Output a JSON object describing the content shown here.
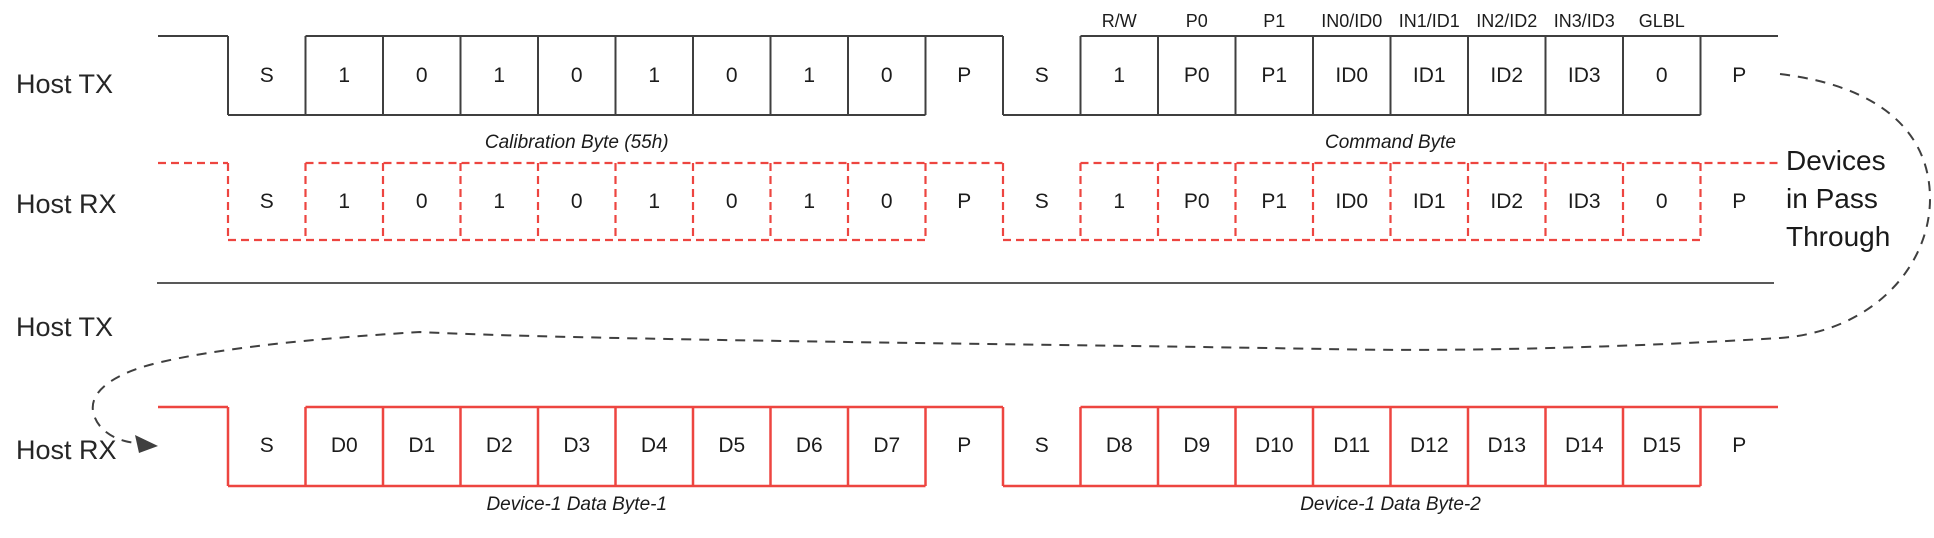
{
  "rows": [
    {
      "label": "Host TX",
      "line_style": "black-solid",
      "cells": [
        {
          "t": "S",
          "v": "S"
        },
        {
          "t": "B",
          "v": "1"
        },
        {
          "t": "B",
          "v": "0"
        },
        {
          "t": "B",
          "v": "1"
        },
        {
          "t": "B",
          "v": "0"
        },
        {
          "t": "B",
          "v": "1"
        },
        {
          "t": "B",
          "v": "0"
        },
        {
          "t": "B",
          "v": "1"
        },
        {
          "t": "B",
          "v": "0"
        },
        {
          "t": "P",
          "v": "P"
        },
        {
          "t": "S",
          "v": "S"
        },
        {
          "t": "B",
          "v": "1"
        },
        {
          "t": "B",
          "v": "P0"
        },
        {
          "t": "B",
          "v": "P1"
        },
        {
          "t": "B",
          "v": "ID0"
        },
        {
          "t": "B",
          "v": "ID1"
        },
        {
          "t": "B",
          "v": "ID2"
        },
        {
          "t": "B",
          "v": "ID3"
        },
        {
          "t": "B",
          "v": "0"
        },
        {
          "t": "P",
          "v": "P"
        }
      ],
      "top_labels": [
        "R/W",
        "P0",
        "P1",
        "IN0/ID0",
        "IN1/ID1",
        "IN2/ID2",
        "IN3/ID3",
        "GLBL"
      ],
      "captions": [
        "Calibration Byte (55h)",
        "Command Byte"
      ]
    },
    {
      "label": "Host RX",
      "line_style": "red-dashed",
      "cells": [
        {
          "t": "S",
          "v": "S"
        },
        {
          "t": "B",
          "v": "1"
        },
        {
          "t": "B",
          "v": "0"
        },
        {
          "t": "B",
          "v": "1"
        },
        {
          "t": "B",
          "v": "0"
        },
        {
          "t": "B",
          "v": "1"
        },
        {
          "t": "B",
          "v": "0"
        },
        {
          "t": "B",
          "v": "1"
        },
        {
          "t": "B",
          "v": "0"
        },
        {
          "t": "P",
          "v": "P"
        },
        {
          "t": "S",
          "v": "S"
        },
        {
          "t": "B",
          "v": "1"
        },
        {
          "t": "B",
          "v": "P0"
        },
        {
          "t": "B",
          "v": "P1"
        },
        {
          "t": "B",
          "v": "ID0"
        },
        {
          "t": "B",
          "v": "ID1"
        },
        {
          "t": "B",
          "v": "ID2"
        },
        {
          "t": "B",
          "v": "ID3"
        },
        {
          "t": "B",
          "v": "0"
        },
        {
          "t": "P",
          "v": "P"
        }
      ]
    },
    {
      "label": "Host TX",
      "line_style": "none"
    },
    {
      "label": "Host RX",
      "line_style": "red-solid",
      "cells": [
        {
          "t": "S",
          "v": "S"
        },
        {
          "t": "B",
          "v": "D0"
        },
        {
          "t": "B",
          "v": "D1"
        },
        {
          "t": "B",
          "v": "D2"
        },
        {
          "t": "B",
          "v": "D3"
        },
        {
          "t": "B",
          "v": "D4"
        },
        {
          "t": "B",
          "v": "D5"
        },
        {
          "t": "B",
          "v": "D6"
        },
        {
          "t": "B",
          "v": "D7"
        },
        {
          "t": "P",
          "v": "P"
        },
        {
          "t": "S",
          "v": "S"
        },
        {
          "t": "B",
          "v": "D8"
        },
        {
          "t": "B",
          "v": "D9"
        },
        {
          "t": "B",
          "v": "D10"
        },
        {
          "t": "B",
          "v": "D11"
        },
        {
          "t": "B",
          "v": "D12"
        },
        {
          "t": "B",
          "v": "D13"
        },
        {
          "t": "B",
          "v": "D14"
        },
        {
          "t": "B",
          "v": "D15"
        },
        {
          "t": "P",
          "v": "P"
        }
      ],
      "captions": [
        "Device-1 Data Byte-1",
        "Device-1 Data Byte-2"
      ]
    }
  ],
  "side_note": {
    "lines": [
      "Devices",
      "in Pass",
      "Through"
    ]
  },
  "colors": {
    "black_line": "#3f3f3f",
    "red_line": "#ed4540",
    "divider": "#595959",
    "text": "#1c1c1c"
  }
}
